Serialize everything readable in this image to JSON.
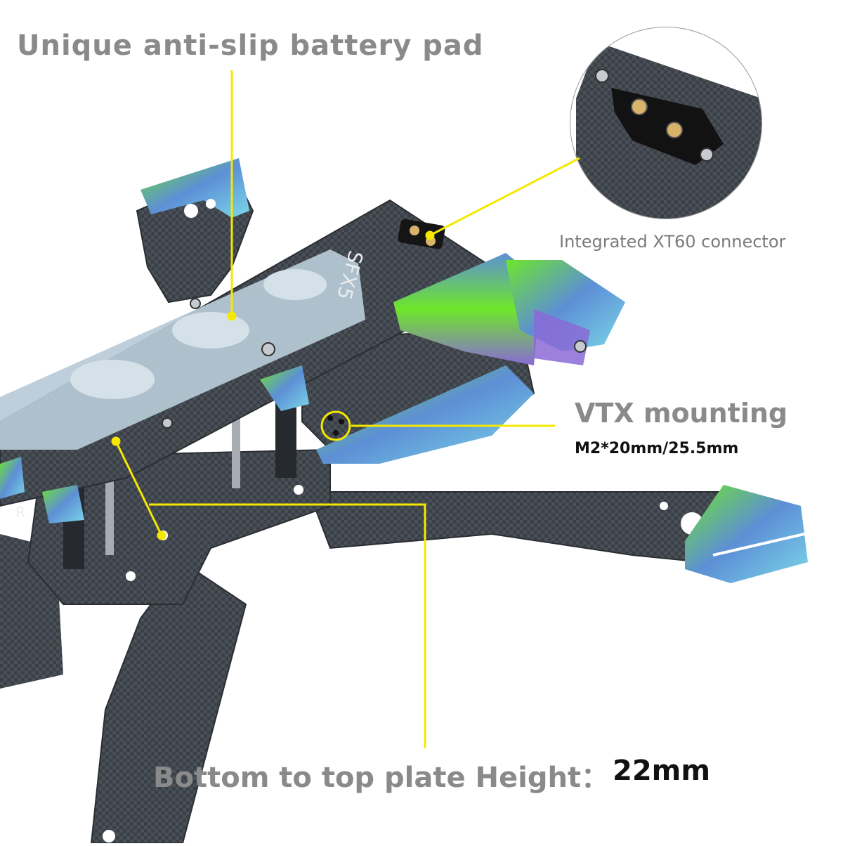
{
  "callouts": {
    "battery_pad": "Unique anti-slip battery pad",
    "xt60": "Integrated XT60 connector",
    "vtx_title": "VTX mounting",
    "vtx_spec": "M2*20mm/25.5mm",
    "height_label": "Bottom to top plate Height：",
    "height_value": "22mm"
  },
  "frame_labels": {
    "model": "SFX5",
    "arm_marker": "R"
  },
  "colors": {
    "leader_line": "#f5e800",
    "carbon": "#3b4047",
    "tpu_green": "#6ee62a",
    "tpu_blue": "#5d8fd6",
    "pad": "#b9cbd8"
  }
}
